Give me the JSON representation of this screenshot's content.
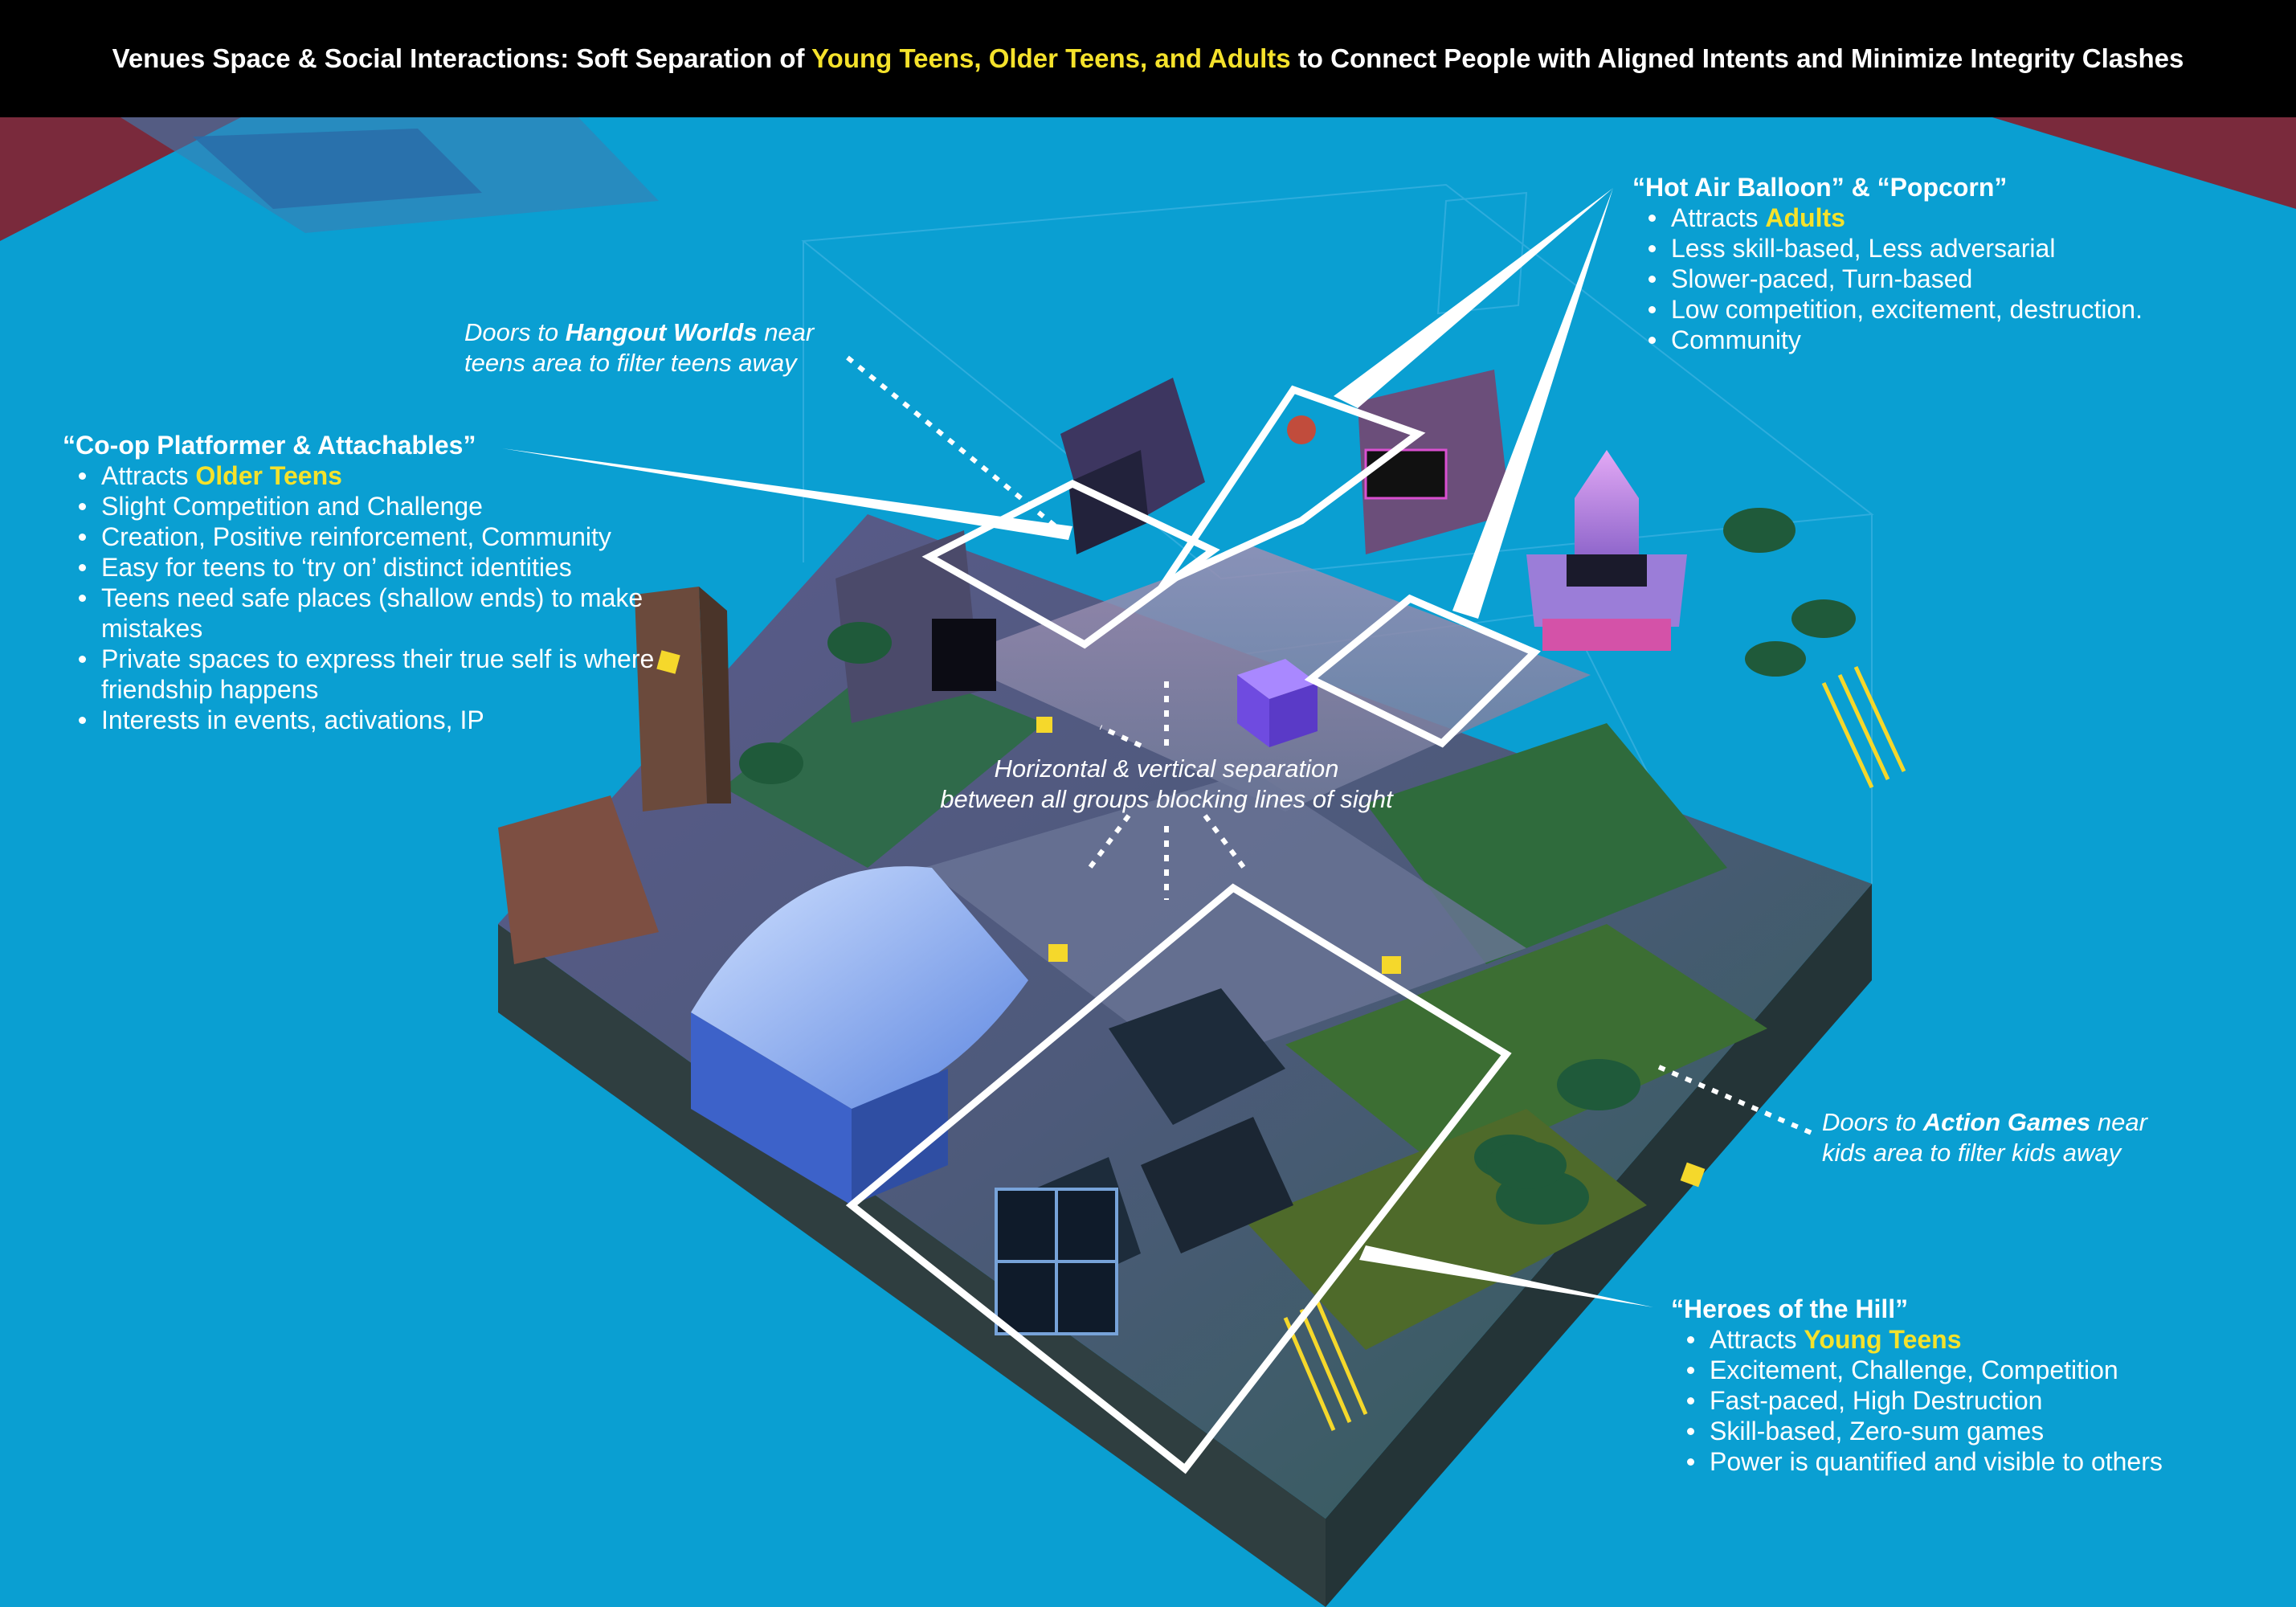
{
  "header": {
    "title_prefix": "Venues Space & Social Interactions: Soft Separation of ",
    "title_highlight": "Young Teens, Older Teens, and Adults",
    "title_suffix": " to Connect People with Aligned Intents and Minimize Integrity Clashes"
  },
  "colors": {
    "highlight": "#f5e22b",
    "background": "#0a9fd2",
    "title_bar": "#000000",
    "sky_corner": "#7a2a3c"
  },
  "callouts": {
    "hot_air_balloon": {
      "heading": "“Hot Air Balloon” & “Popcorn”",
      "first_prefix": "Attracts ",
      "first_highlight": "Adults",
      "items": [
        "Less skill-based, Less adversarial",
        "Slower-paced, Turn-based",
        "Low competition, excitement, destruction.",
        "Community"
      ]
    },
    "coop_platformer": {
      "heading": "“Co-op Platformer & Attachables”",
      "first_prefix": "Attracts ",
      "first_highlight": "Older Teens",
      "items": [
        "Slight Competition and Challenge",
        "Creation, Positive reinforcement, Community",
        "Easy for teens to ‘try on’ distinct identities",
        "Teens need safe places (shallow ends) to make mistakes",
        "Private spaces to express their true self is where friendship happens",
        "Interests in events, activations, IP"
      ]
    },
    "heroes_hill": {
      "heading": "“Heroes of the Hill”",
      "first_prefix": "Attracts ",
      "first_highlight": "Young Teens",
      "items": [
        "Excitement, Challenge, Competition",
        "Fast-paced, High Destruction",
        "Skill-based, Zero-sum games",
        "Power is quantified and visible to others"
      ]
    }
  },
  "notes": {
    "hangout": {
      "prefix": "Doors to ",
      "bold": "Hangout Worlds",
      "suffix_1": " near",
      "line_2": "teens area to filter teens away"
    },
    "action": {
      "prefix": "Doors to ",
      "bold": "Action Games",
      "suffix_1": " near",
      "line_2": "kids area to filter kids away"
    },
    "separation": {
      "line_1": "Horizontal & vertical separation",
      "line_2": "between all groups blocking lines of sight"
    }
  }
}
